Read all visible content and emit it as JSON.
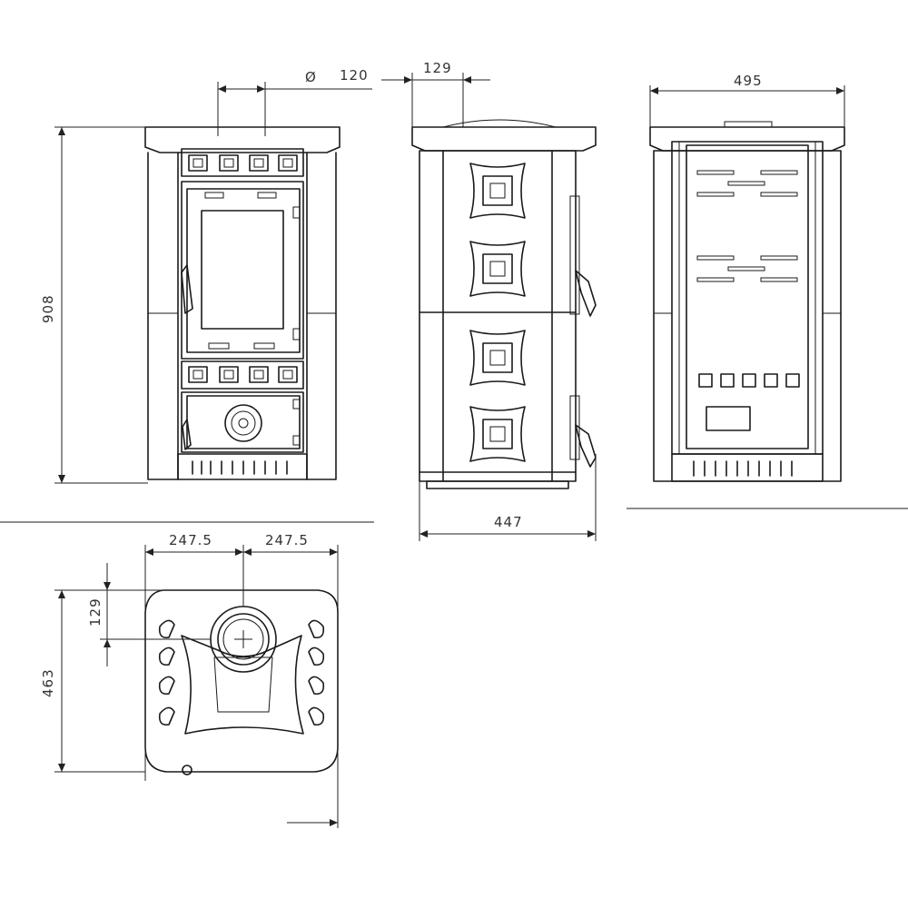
{
  "dimensions": {
    "flue_diameter_symbol": "Ø",
    "flue_diameter": "120",
    "flue_offset_side": "129",
    "side_width": "495",
    "height": "908",
    "depth": "447",
    "half_width_left": "247.5",
    "half_width_right": "247.5",
    "flue_offset_top": "129",
    "top_depth": "463"
  },
  "colors": {
    "line": "#1a1a1a",
    "text": "#333333",
    "background": "#ffffff"
  }
}
